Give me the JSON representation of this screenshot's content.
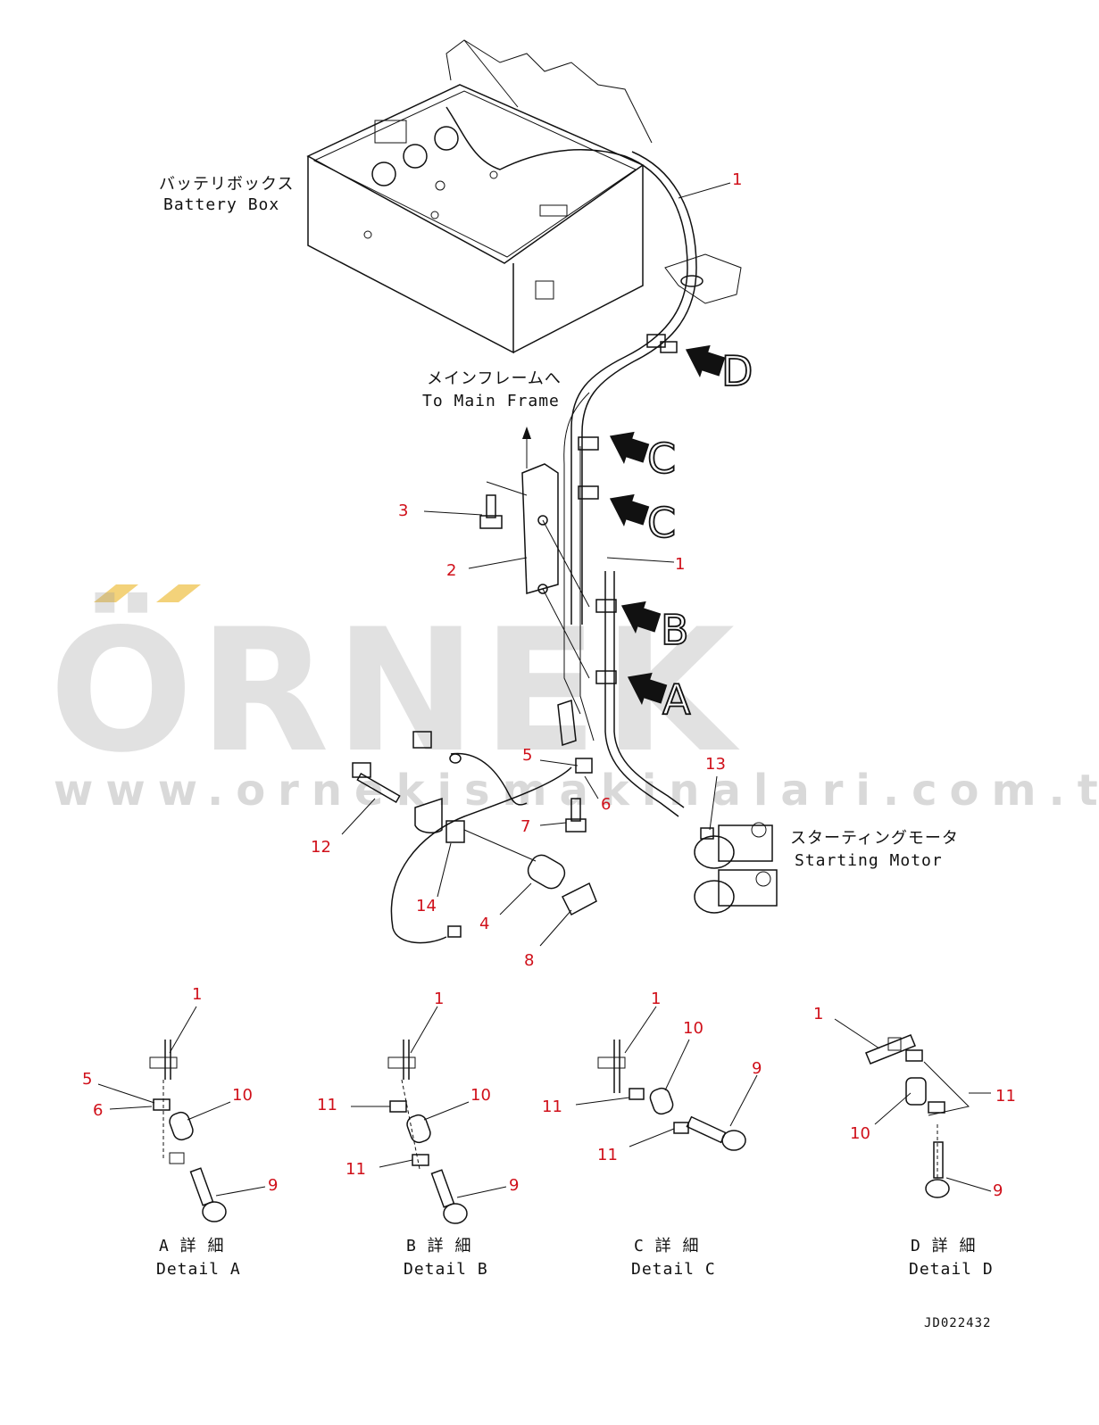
{
  "labels": {
    "battery_box_jp": "バッテリボックス",
    "battery_box_en": "Battery Box",
    "main_frame_jp": "メインフレームへ",
    "main_frame_en": "To Main Frame",
    "starting_motor_jp": "スターティングモータ",
    "starting_motor_en": "Starting Motor"
  },
  "view_arrows": {
    "d": "D",
    "c1": "C",
    "c2": "C",
    "b": "B",
    "a": "A"
  },
  "callouts": {
    "main": [
      "1",
      "1",
      "2",
      "3",
      "4",
      "5",
      "6",
      "7",
      "8",
      "12",
      "13",
      "14"
    ],
    "detail_a": [
      "1",
      "5",
      "6",
      "10",
      "9"
    ],
    "detail_b": [
      "1",
      "11",
      "10",
      "11",
      "9"
    ],
    "detail_c": [
      "1",
      "10",
      "9",
      "11",
      "11"
    ],
    "detail_d": [
      "1",
      "11",
      "10",
      "9"
    ]
  },
  "details": [
    {
      "jp": "A 詳 細",
      "en": "Detail A"
    },
    {
      "jp": "B 詳 細",
      "en": "Detail B"
    },
    {
      "jp": "C 詳 細",
      "en": "Detail C"
    },
    {
      "jp": "D 詳 細",
      "en": "Detail D"
    }
  ],
  "watermark": {
    "brand": "ÖRNEK",
    "url": "www.ornekismakinalari.com.tr",
    "accent_color": "#f3d27a"
  },
  "drawing_code": "JD022432"
}
